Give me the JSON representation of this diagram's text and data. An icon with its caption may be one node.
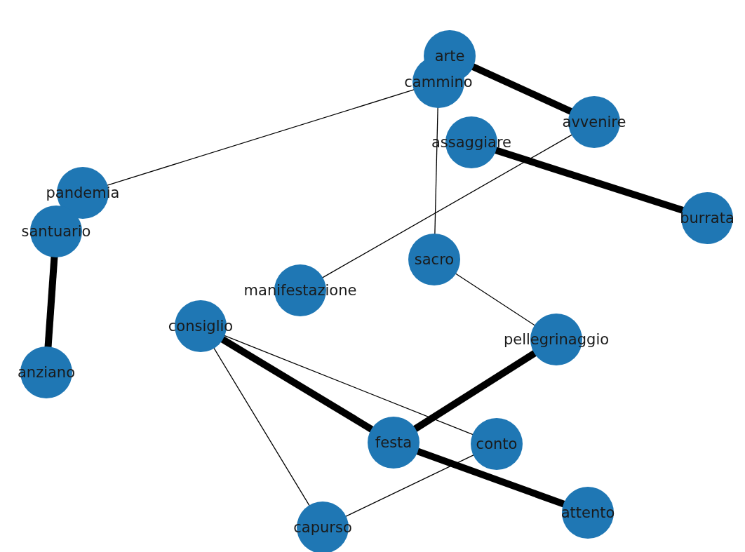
{
  "diagram": {
    "nodes": [
      {
        "text": [
          "arte"
        ]
      },
      {
        "text": [
          "cammino"
        ]
      },
      {
        "text": [
          "avvenire"
        ]
      },
      {
        "text": [
          "assaggiare"
        ]
      },
      {
        "text": [
          "burrata"
        ]
      },
      {
        "text": [
          "pandemia"
        ]
      },
      {
        "text": [
          "santuario"
        ]
      },
      {
        "text": [
          "sacro"
        ]
      },
      {
        "text": [
          "manifestazione"
        ]
      },
      {
        "text": [
          "consiglio"
        ]
      },
      {
        "text": [
          "pellegrinaggio"
        ]
      },
      {
        "text": [
          "anziano"
        ]
      },
      {
        "text": [
          "festa"
        ]
      },
      {
        "text": [
          "conto"
        ]
      },
      {
        "text": [
          "capurso"
        ]
      },
      {
        "text": [
          "attento"
        ]
      }
    ],
    "edges": [
      {
        "from": 0,
        "to": 2,
        "arrow": "none",
        "style": "thick"
      },
      {
        "from": 3,
        "to": 4,
        "arrow": "none",
        "style": "thick"
      },
      {
        "from": 1,
        "to": 5,
        "arrow": "none"
      },
      {
        "from": 1,
        "to": 7,
        "arrow": "none"
      },
      {
        "from": 2,
        "to": 8,
        "arrow": "none"
      },
      {
        "from": 6,
        "to": 11,
        "arrow": "none",
        "style": "thick"
      },
      {
        "from": 7,
        "to": 10,
        "arrow": "none"
      },
      {
        "from": 9,
        "to": 12,
        "arrow": "none",
        "style": "thick"
      },
      {
        "from": 9,
        "to": 13,
        "arrow": "none"
      },
      {
        "from": 9,
        "to": 14,
        "arrow": "none"
      },
      {
        "from": 10,
        "to": 12,
        "arrow": "none",
        "style": "thick"
      },
      {
        "from": 12,
        "to": 15,
        "arrow": "none",
        "style": "thick"
      },
      {
        "from": 14,
        "to": 13,
        "arrow": "none"
      }
    ]
  }
}
